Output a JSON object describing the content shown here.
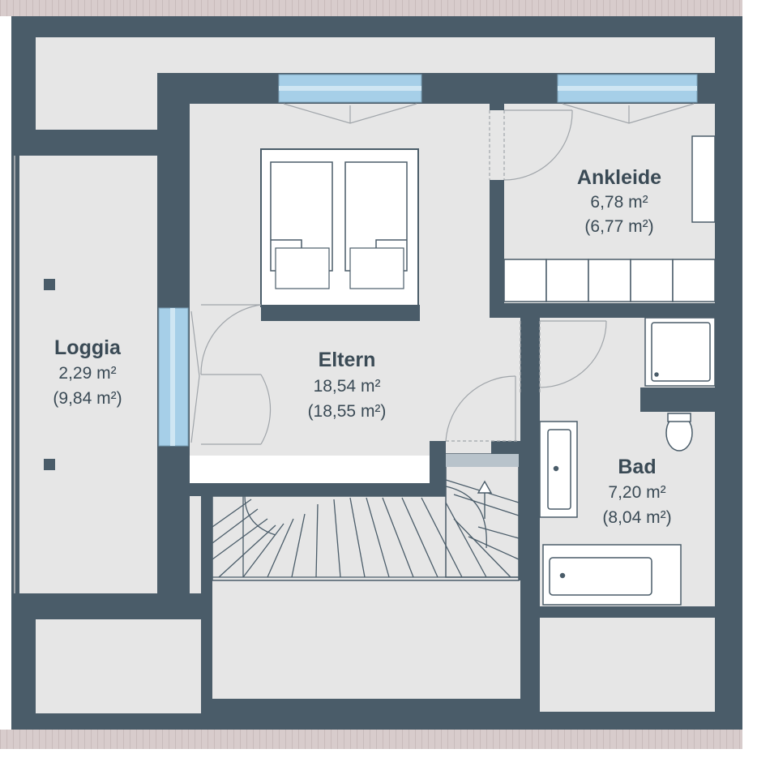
{
  "plan": {
    "colors": {
      "wall": "#4a5c69",
      "floor": "#e6e6e6",
      "window": "#a6cfe8",
      "fixture": "#ffffff",
      "line": "#a0a5aa",
      "roof_edge": "#d2c7c7",
      "label": "#3a4a55"
    },
    "rooms": [
      {
        "id": "loggia",
        "name": "Loggia",
        "area": "2,29 m²",
        "floor_area": "(9,84 m²)"
      },
      {
        "id": "eltern",
        "name": "Eltern",
        "area": "18,54 m²",
        "floor_area": "(18,55 m²)"
      },
      {
        "id": "ankleide",
        "name": "Ankleide",
        "area": "6,78 m²",
        "floor_area": "(6,77 m²)"
      },
      {
        "id": "bad",
        "name": "Bad",
        "area": "7,20 m²",
        "floor_area": "(8,04 m²)"
      }
    ]
  }
}
